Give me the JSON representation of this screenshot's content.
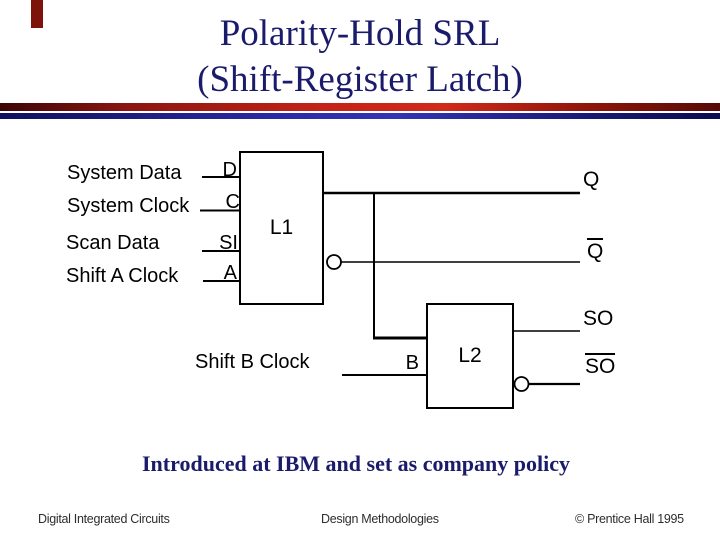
{
  "title": {
    "line1": "Polarity-Hold SRL",
    "line2": "(Shift-Register Latch)",
    "color": "#1b1b6b"
  },
  "divider": {
    "red": "#c52317",
    "blue": "#2b2ba8"
  },
  "accent_color": "#7d140c",
  "diagram": {
    "inputs": [
      {
        "label": "System Data",
        "pin": "D"
      },
      {
        "label": "System Clock",
        "pin": "C"
      },
      {
        "label": "Scan Data",
        "pin": "SI"
      },
      {
        "label": "Shift A Clock",
        "pin": "A"
      }
    ],
    "shift_b": {
      "label": "Shift B Clock",
      "pin": "B"
    },
    "latch1_label": "L1",
    "latch2_label": "L2",
    "outputs": {
      "q": "Q",
      "q_bar": "Q",
      "so": "SO",
      "so_bar": "SO"
    }
  },
  "note": {
    "text": "Introduced at IBM and set as company policy"
  },
  "footer": {
    "left": "Digital Integrated Circuits",
    "center": "Design Methodologies",
    "right": "© Prentice Hall 1995"
  }
}
